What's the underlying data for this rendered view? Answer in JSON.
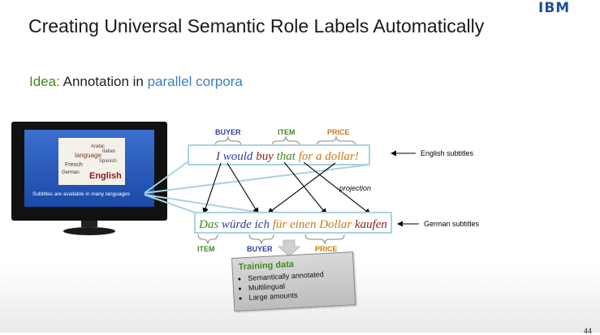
{
  "title": "Creating Universal Semantic Role Labels Automatically",
  "logo": "IBM",
  "idea": {
    "label": "Idea:",
    "text": "Annotation in",
    "highlight": "parallel corpora"
  },
  "tv": {
    "caption": "Subtitles are available in many languages",
    "words": [
      "Arabic",
      "language",
      "Spanish",
      "French",
      "German",
      "Italian",
      "English"
    ]
  },
  "english": {
    "tokens": [
      {
        "text": "I",
        "color": "#2b3f9e"
      },
      {
        "text": "would",
        "color": "#2b3f9e"
      },
      {
        "text": "buy",
        "color": "#8b1a1a"
      },
      {
        "text": "that",
        "color": "#3e8a1e"
      },
      {
        "text": "for a dollar!",
        "color": "#c87a12"
      }
    ],
    "label": "English subtitles"
  },
  "german": {
    "tokens": [
      {
        "text": "Das",
        "color": "#3e8a1e"
      },
      {
        "text": "würde",
        "color": "#2b3f9e"
      },
      {
        "text": "ich",
        "color": "#2b3f9e"
      },
      {
        "text": "für einen Dollar",
        "color": "#c87a12"
      },
      {
        "text": "kaufen",
        "color": "#8b1a1a"
      }
    ],
    "label": "German subtitles"
  },
  "roles_top": [
    {
      "text": "BUYER",
      "color": "#2b3f9e"
    },
    {
      "text": "ITEM",
      "color": "#3e8a1e"
    },
    {
      "text": "PRICE",
      "color": "#c87a12"
    }
  ],
  "roles_bottom": [
    {
      "text": "ITEM",
      "color": "#3e8a1e"
    },
    {
      "text": "BUYER",
      "color": "#2b3f9e"
    },
    {
      "text": "PRICE",
      "color": "#c87a12"
    }
  ],
  "projection": "projection",
  "training": {
    "title": "Training data",
    "items": [
      "Semantically annotated",
      "Multilingual",
      "Large amounts"
    ]
  },
  "page_number": "44"
}
